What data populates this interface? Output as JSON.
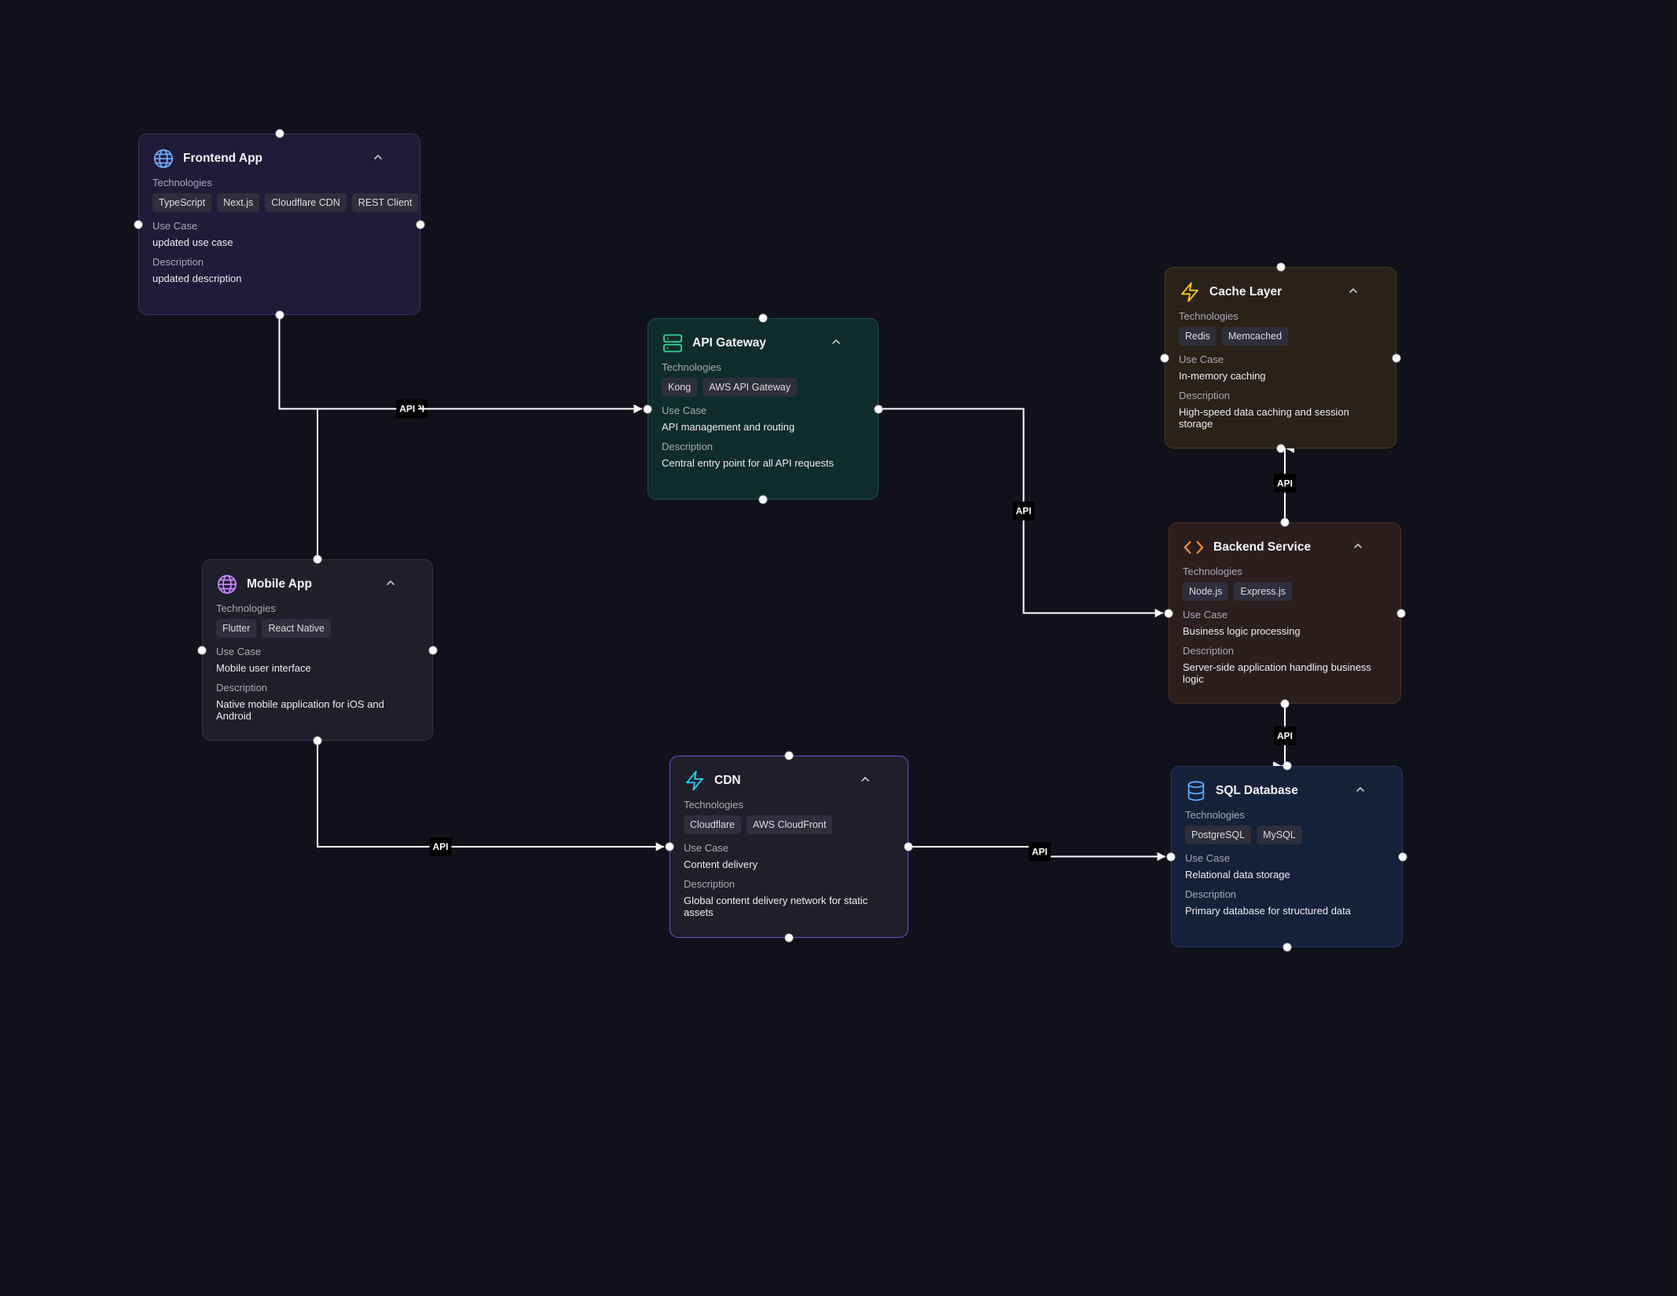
{
  "nodes": {
    "frontend": {
      "title": "Frontend App",
      "icon": "globe-icon",
      "color": "#6ea8fe",
      "technologies_label": "Technologies",
      "technologies": [
        "TypeScript",
        "Next.js",
        "Cloudflare CDN",
        "REST Client"
      ],
      "use_case_label": "Use Case",
      "use_case": "updated use case",
      "description_label": "Description",
      "description": "updated description"
    },
    "api_gateway": {
      "title": "API Gateway",
      "icon": "server-icon",
      "color": "#34d399",
      "technologies_label": "Technologies",
      "technologies": [
        "Kong",
        "AWS API Gateway"
      ],
      "use_case_label": "Use Case",
      "use_case": "API management and routing",
      "description_label": "Description",
      "description": "Central entry point for all API requests"
    },
    "cache": {
      "title": "Cache Layer",
      "icon": "lightning-icon",
      "color": "#facc15",
      "technologies_label": "Technologies",
      "technologies": [
        "Redis",
        "Memcached"
      ],
      "use_case_label": "Use Case",
      "use_case": "In-memory caching",
      "description_label": "Description",
      "description": "High-speed data caching and session storage"
    },
    "backend": {
      "title": "Backend Service",
      "icon": "code-icon",
      "color": "#fb923c",
      "technologies_label": "Technologies",
      "technologies": [
        "Node.js",
        "Express.js"
      ],
      "use_case_label": "Use Case",
      "use_case": "Business logic processing",
      "description_label": "Description",
      "description": "Server-side application handling business logic"
    },
    "mobile": {
      "title": "Mobile App",
      "icon": "globe-icon",
      "color": "#c084fc",
      "technologies_label": "Technologies",
      "technologies": [
        "Flutter",
        "React Native"
      ],
      "use_case_label": "Use Case",
      "use_case": "Mobile user interface",
      "description_label": "Description",
      "description": "Native mobile application for iOS and Android"
    },
    "cdn": {
      "title": "CDN",
      "icon": "lightning-icon",
      "color": "#22d3ee",
      "technologies_label": "Technologies",
      "technologies": [
        "Cloudflare",
        "AWS CloudFront"
      ],
      "use_case_label": "Use Case",
      "use_case": "Content delivery",
      "description_label": "Description",
      "description": "Global content delivery network for static assets"
    },
    "database": {
      "title": "SQL Database",
      "icon": "database-icon",
      "color": "#60a5fa",
      "technologies_label": "Technologies",
      "technologies": [
        "PostgreSQL",
        "MySQL"
      ],
      "use_case_label": "Use Case",
      "use_case": "Relational data storage",
      "description_label": "Description",
      "description": "Primary database for structured data"
    }
  },
  "edges": [
    {
      "from": "frontend",
      "to": "api_gateway",
      "label": "API"
    },
    {
      "from": "mobile",
      "to": "api_gateway",
      "label": "API"
    },
    {
      "from": "api_gateway",
      "to": "backend",
      "label": "API"
    },
    {
      "from": "backend",
      "to": "cache",
      "label": "API"
    },
    {
      "from": "backend",
      "to": "database",
      "label": "API"
    },
    {
      "from": "mobile",
      "to": "cdn",
      "label": "API"
    },
    {
      "from": "cdn",
      "to": "database",
      "label": "API"
    }
  ]
}
